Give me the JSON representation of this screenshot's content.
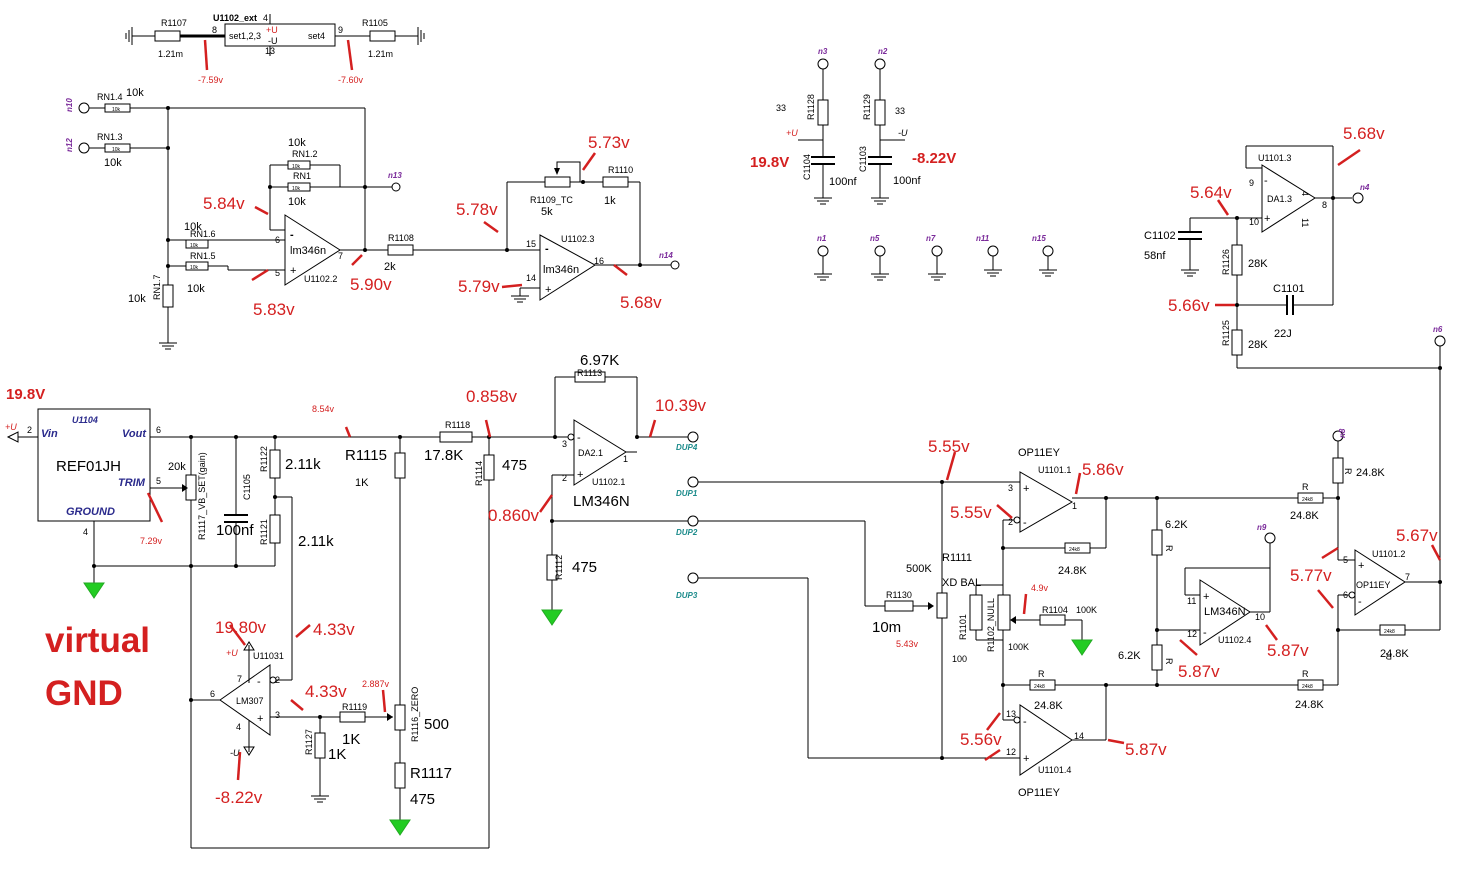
{
  "components": {
    "U1102_ext": {
      "name": "U1102_ext",
      "p8": "8",
      "p4": "4",
      "p9": "9",
      "p13": "13",
      "l1": "set1,2,3",
      "l2": "+U",
      "l3": "-U",
      "l4": "set4"
    },
    "R1107": {
      "name": "R1107",
      "val": "1.21m"
    },
    "R1105": {
      "name": "R1105",
      "val": "1.21m"
    },
    "RN1_4": {
      "name": "RN1.4",
      "val": "10k",
      "small": "10k"
    },
    "RN1_3": {
      "name": "RN1.3",
      "val": "10k",
      "small": "10k"
    },
    "RN1_2": {
      "name": "RN1.2",
      "val": "10k",
      "small": "10k"
    },
    "RN1": {
      "name": "RN1",
      "val": "10k",
      "small": "10k"
    },
    "RN1_6": {
      "name": "RN1.6",
      "val": "10k",
      "small": "10k"
    },
    "RN1_5": {
      "name": "RN1.5",
      "val": "10k",
      "small": "10k"
    },
    "RN1_7": {
      "name": "RN1.7",
      "val": "10k",
      "small": "10k"
    },
    "U1102_2": {
      "name": "U1102.2",
      "type": "lm346n",
      "p5": "5",
      "p6": "6",
      "p7": "7"
    },
    "R1108": {
      "name": "R1108",
      "val": "2k"
    },
    "R1109_TC": {
      "name": "R1109_TC",
      "val": "5k"
    },
    "R1110": {
      "name": "R1110",
      "val": "1k"
    },
    "U1102_3": {
      "name": "U1102.3",
      "type": "lm346n",
      "p14": "14",
      "p15": "15",
      "p16": "16"
    },
    "R1128": {
      "name": "R1128",
      "val": "33"
    },
    "R1129": {
      "name": "R1129",
      "val": "33"
    },
    "C1104": {
      "name": "C1104",
      "val": "100nf"
    },
    "C1103": {
      "name": "C1103",
      "val": "100nf"
    },
    "U1101_3": {
      "name": "U1101.3",
      "type": "DA1.3",
      "p4": "4",
      "p8": "8",
      "p10": "10",
      "p11": "11",
      "p9": "9"
    },
    "C1102": {
      "name": "C1102",
      "val": "58nf"
    },
    "R1126": {
      "name": "R1126",
      "val": "28K"
    },
    "R1125": {
      "name": "R1125",
      "val": "28K"
    },
    "C1101": {
      "name": "C1101",
      "val": "22J"
    },
    "U1104": {
      "name": "U1104",
      "type": "REF01JH",
      "vin": "Vin",
      "vout": "Vout",
      "trim": "TRIM",
      "gnd": "GROUND",
      "p2": "2",
      "p6": "6",
      "p5": "5",
      "p4": "4"
    },
    "R1117_VB": {
      "name": "R1117_VB_SET(gain)",
      "val": "20k"
    },
    "C1105": {
      "name": "C1105",
      "val": "100nf"
    },
    "R1122": {
      "name": "R1122",
      "val": "2.11k"
    },
    "R1121": {
      "name": "R1121",
      "val": "2.11k"
    },
    "R1115": {
      "name": "R1115",
      "val": "1K"
    },
    "R1118": {
      "name": "R1118",
      "val": "17.8K"
    },
    "R1114": {
      "name": "R1114",
      "val": "475"
    },
    "R1113": {
      "name": "R1113",
      "val": "6.97K"
    },
    "DA2_1": {
      "name": "DA2.1",
      "sub": "U1102.1",
      "type": "LM346N",
      "p2": "2",
      "p3": "3",
      "p1": "1"
    },
    "R1112": {
      "name": "R1112",
      "val": "475"
    },
    "U11031": {
      "name": "U11031",
      "type": "LM307",
      "p2": "2",
      "p3": "3",
      "p4": "4",
      "p6": "6",
      "p7": "7"
    },
    "R1119": {
      "name": "R1119",
      "val": "1K"
    },
    "R1127": {
      "name": "R1127",
      "val": "1K"
    },
    "R1116_ZERO": {
      "name": "R1116_ZERO",
      "val": "500"
    },
    "R1117": {
      "name": "R1117",
      "val": "475"
    },
    "U1101_1": {
      "name": "OP11EY",
      "sub": "U1101.1",
      "p1": "1",
      "p2": "2",
      "p3": "3"
    },
    "R1101": {
      "name": "R1101",
      "val": "100"
    },
    "R1102_NULL": {
      "name": "R1102_NULL",
      "val": "100K"
    },
    "R1104": {
      "name": "R1104",
      "val": "100K"
    },
    "R1111": {
      "name": "R1111",
      "val": "500K",
      "desc": "XD BAL"
    },
    "R1130": {
      "name": "R1130",
      "val": "10m"
    },
    "U1102_4": {
      "name": "LM346N",
      "sub": "U1102.4",
      "p10": "10",
      "p11": "11",
      "p12": "12"
    },
    "U1101_4": {
      "name": "OP11EY",
      "sub": "U1101.4",
      "p12": "12",
      "p13": "13",
      "p14": "14"
    },
    "U1101_2": {
      "name": "OP11EY",
      "sub": "U1101.2",
      "p5": "5",
      "p6": "6",
      "p7": "7"
    },
    "R_fb1": {
      "val": "24.8K",
      "small": "24k8"
    },
    "R_a": {
      "val": "24.8K",
      "label": "R"
    },
    "R_b": {
      "val": "24.8K",
      "label": "R"
    },
    "R_c": {
      "val": "24.8K",
      "label": "R"
    },
    "R_d": {
      "val": "24.8K",
      "label": "R"
    },
    "R_e": {
      "val": "24.8K",
      "label": "R"
    },
    "R_f": {
      "val": "24.8K",
      "label": "R"
    },
    "R_62a": {
      "val": "6.2K",
      "label": "R"
    },
    "R_62b": {
      "val": "6.2K",
      "label": "R"
    }
  },
  "nets": {
    "n1": "n1",
    "n2": "n2",
    "n3": "n3",
    "n4": "n4",
    "n5": "n5",
    "n6": "n6",
    "n7": "n7",
    "n8": "n8",
    "n9": "n9",
    "n10": "n10",
    "n11": "n11",
    "n12": "n12",
    "n13": "n13",
    "n14": "n14",
    "n15": "n15",
    "DUP1": "DUP1",
    "DUP2": "DUP2",
    "DUP3": "DUP3",
    "DUP4": "DUP4",
    "plusU": "+U",
    "minusU": "-U"
  },
  "voltages": {
    "v_759": "-7.59v",
    "v_760": "-7.60v",
    "v_584": "5.84v",
    "v_583": "5.83v",
    "v_590": "5.90v",
    "v_578": "5.78v",
    "v_573": "5.73v",
    "v_579": "5.79v",
    "v_568a": "5.68v",
    "v_198": "19.8V",
    "v_822": "-8.22V",
    "v_568b": "5.68v",
    "v_564": "5.64v",
    "v_566": "5.66v",
    "v_198b": "19.8V",
    "v_854": "8.54v",
    "v_0858": "0.858v",
    "v_1039": "10.39v",
    "v_0860": "0.860v",
    "v_729": "7.29v",
    "v_1980": "19.80v",
    "v_433a": "4.33v",
    "v_433b": "4.33v",
    "v_2887": "2.887v",
    "v_822b": "-8.22v",
    "v_555a": "5.55v",
    "v_555b": "5.55v",
    "v_586": "5.86v",
    "v_49": "4.9v",
    "v_543": "5.43v",
    "v_556": "5.56v",
    "v_587a": "5.87v",
    "v_587b": "5.87v",
    "v_587c": "5.87v",
    "v_577": "5.77v",
    "v_567": "5.67v"
  },
  "notes": {
    "virtual": "virtual",
    "gnd": "GND"
  },
  "colors": {
    "red": "#d42020",
    "ground_green": "#22cc22",
    "net_teal": "#1a8a8a",
    "net_purple": "#7a2a9a",
    "label_blue": "#2a2a8c"
  }
}
